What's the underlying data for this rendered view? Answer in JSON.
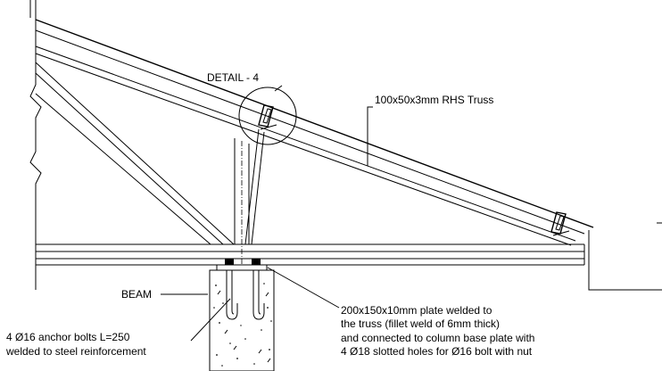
{
  "labels": {
    "detail": "DETAIL - 4",
    "truss": "100x50x3mm RHS Truss",
    "beam": "BEAM",
    "plate_line1": "200x150x10mm plate  welded to",
    "plate_line2": "the truss (fillet weld of 6mm thick)",
    "plate_line3": "and connected to column base plate with",
    "plate_line4": "4 Ø18 slotted holes for Ø16 bolt with nut",
    "bolts_line1": "4 Ø16 anchor bolts L=250",
    "bolts_line2": "welded to steel reinforcement"
  }
}
